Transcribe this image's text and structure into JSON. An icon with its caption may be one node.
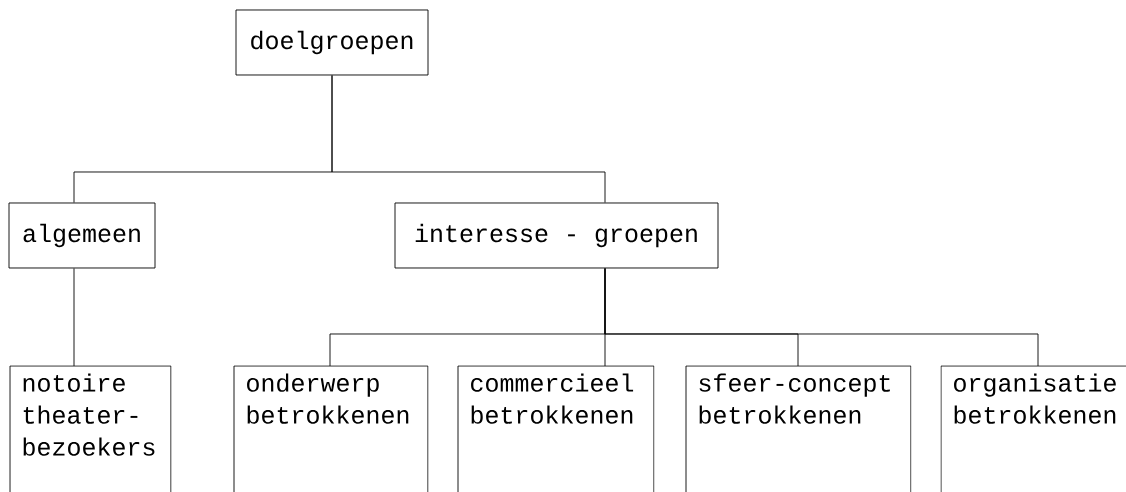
{
  "diagram": {
    "nodes": [
      {
        "text": [
          "doelgroepen"
        ]
      },
      {
        "text": [
          "algemeen"
        ]
      },
      {
        "text": [
          "interesse - groepen"
        ]
      },
      {
        "text": [
          "notoire theater- bezoekers"
        ]
      },
      {
        "text": [
          "onderwerp betrokkenen"
        ]
      },
      {
        "text": [
          "commercieel betrokkenen"
        ]
      },
      {
        "text": [
          "sfeer-concept betrokkenen"
        ]
      },
      {
        "text": [
          "organisatie betrokkenen"
        ]
      }
    ],
    "edges": [
      {
        "from": 0,
        "to": 1,
        "arrow": "none"
      },
      {
        "from": 0,
        "to": 2,
        "arrow": "none"
      },
      {
        "from": 1,
        "to": 3,
        "arrow": "none"
      },
      {
        "from": 2,
        "to": 4,
        "arrow": "none"
      },
      {
        "from": 2,
        "to": 5,
        "arrow": "none"
      },
      {
        "from": 2,
        "to": 6,
        "arrow": "none"
      },
      {
        "from": 2,
        "to": 7,
        "arrow": "none"
      }
    ]
  }
}
